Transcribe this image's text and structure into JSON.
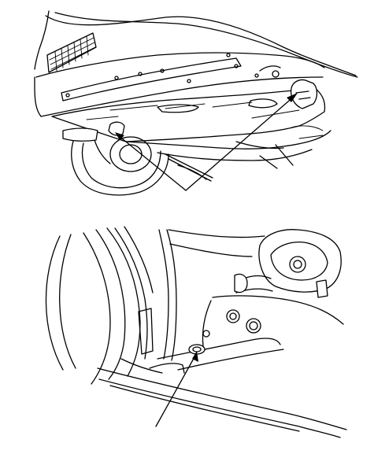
{
  "figure": {
    "panels": [
      {
        "name": "vehicle-underside-front-view",
        "callouts": 2
      },
      {
        "name": "side-sill-jack-point-view",
        "callouts": 1
      }
    ],
    "stroke_color": "#000000",
    "background_color": "#ffffff"
  }
}
